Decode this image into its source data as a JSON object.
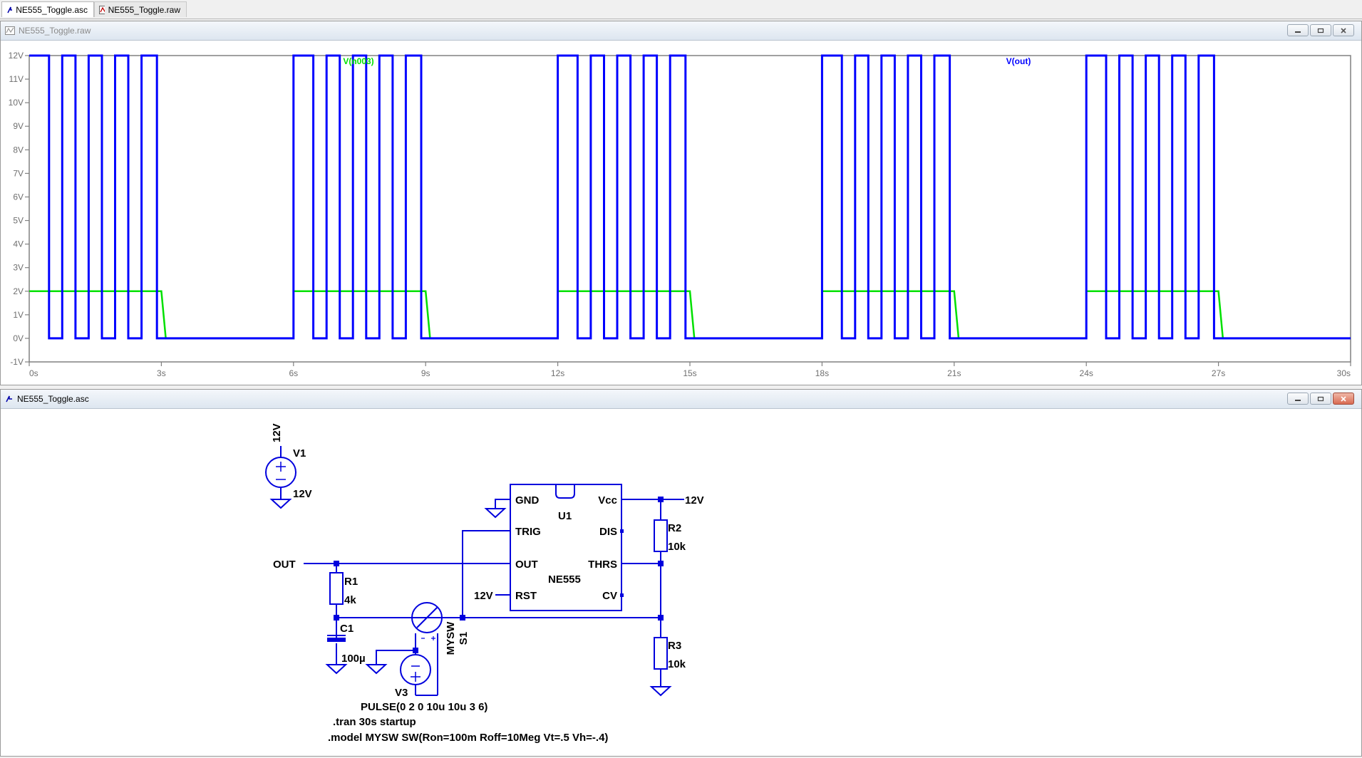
{
  "tabs": [
    {
      "label": "NE555_Toggle.asc",
      "icon": "schematic-icon",
      "active": true
    },
    {
      "label": "NE555_Toggle.raw",
      "icon": "waveform-icon",
      "active": false
    }
  ],
  "plot_window": {
    "title": "NE555_Toggle.raw"
  },
  "schematic_window": {
    "title": "NE555_Toggle.asc"
  },
  "colors": {
    "vout": "#0000ff",
    "vn003": "#00e000",
    "wire": "#0000dd",
    "axis": "#808080",
    "label_gray": "#6f6f6f"
  },
  "chart_data": {
    "type": "line",
    "xlabel": "",
    "ylabel": "",
    "xlim": [
      0,
      30
    ],
    "ylim": [
      -1,
      12
    ],
    "x_ticks": [
      "0s",
      "3s",
      "6s",
      "9s",
      "12s",
      "15s",
      "18s",
      "21s",
      "24s",
      "27s",
      "30s"
    ],
    "y_ticks": [
      "12V",
      "11V",
      "10V",
      "9V",
      "8V",
      "7V",
      "6V",
      "5V",
      "4V",
      "3V",
      "2V",
      "1V",
      "0V",
      "-1V"
    ],
    "series": [
      {
        "name": "V(n003)",
        "color": "#00e000",
        "x": [
          0,
          3,
          3.1,
          6,
          6,
          9,
          9.1,
          12,
          12,
          15,
          15.1,
          18,
          18,
          21,
          21.1,
          24,
          24,
          27,
          27.1,
          30
        ],
        "y": [
          2,
          2,
          0,
          0,
          2,
          2,
          0,
          0,
          2,
          2,
          0,
          0,
          2,
          2,
          0,
          0,
          2,
          2,
          0,
          0
        ]
      },
      {
        "name": "V(out)",
        "color": "#0000ff",
        "period_s": 6,
        "high_v": 12,
        "low_v": 0,
        "pulses_per_period": [
          [
            0,
            0.45
          ],
          [
            0.75,
            1.05
          ],
          [
            1.35,
            1.65
          ],
          [
            1.95,
            2.25
          ],
          [
            2.55,
            2.9
          ]
        ]
      }
    ]
  },
  "schematic": {
    "v1": {
      "name": "V1",
      "value": "12V",
      "net": "12V"
    },
    "u1": {
      "name": "U1",
      "part": "NE555",
      "pins": {
        "gnd": "GND",
        "trig": "TRIG",
        "out": "OUT",
        "rst": "RST",
        "vcc": "Vcc",
        "dis": "DIS",
        "thrs": "THRS",
        "cv": "CV"
      }
    },
    "vcc_net": "12V",
    "rst_net": "12V",
    "out_net": "OUT",
    "r1": {
      "name": "R1",
      "value": "4k"
    },
    "r2": {
      "name": "R2",
      "value": "10k"
    },
    "r3": {
      "name": "R3",
      "value": "10k"
    },
    "c1": {
      "name": "C1",
      "value": "100µ"
    },
    "s1": {
      "name": "S1",
      "model": "MYSW"
    },
    "v3": {
      "name": "V3",
      "value": "PULSE(0 2 0 10u 10u 3 6)"
    },
    "directives": [
      ".tran 30s startup",
      ".model MYSW SW(Ron=100m Roff=10Meg Vt=.5 Vh=-.4)"
    ]
  }
}
